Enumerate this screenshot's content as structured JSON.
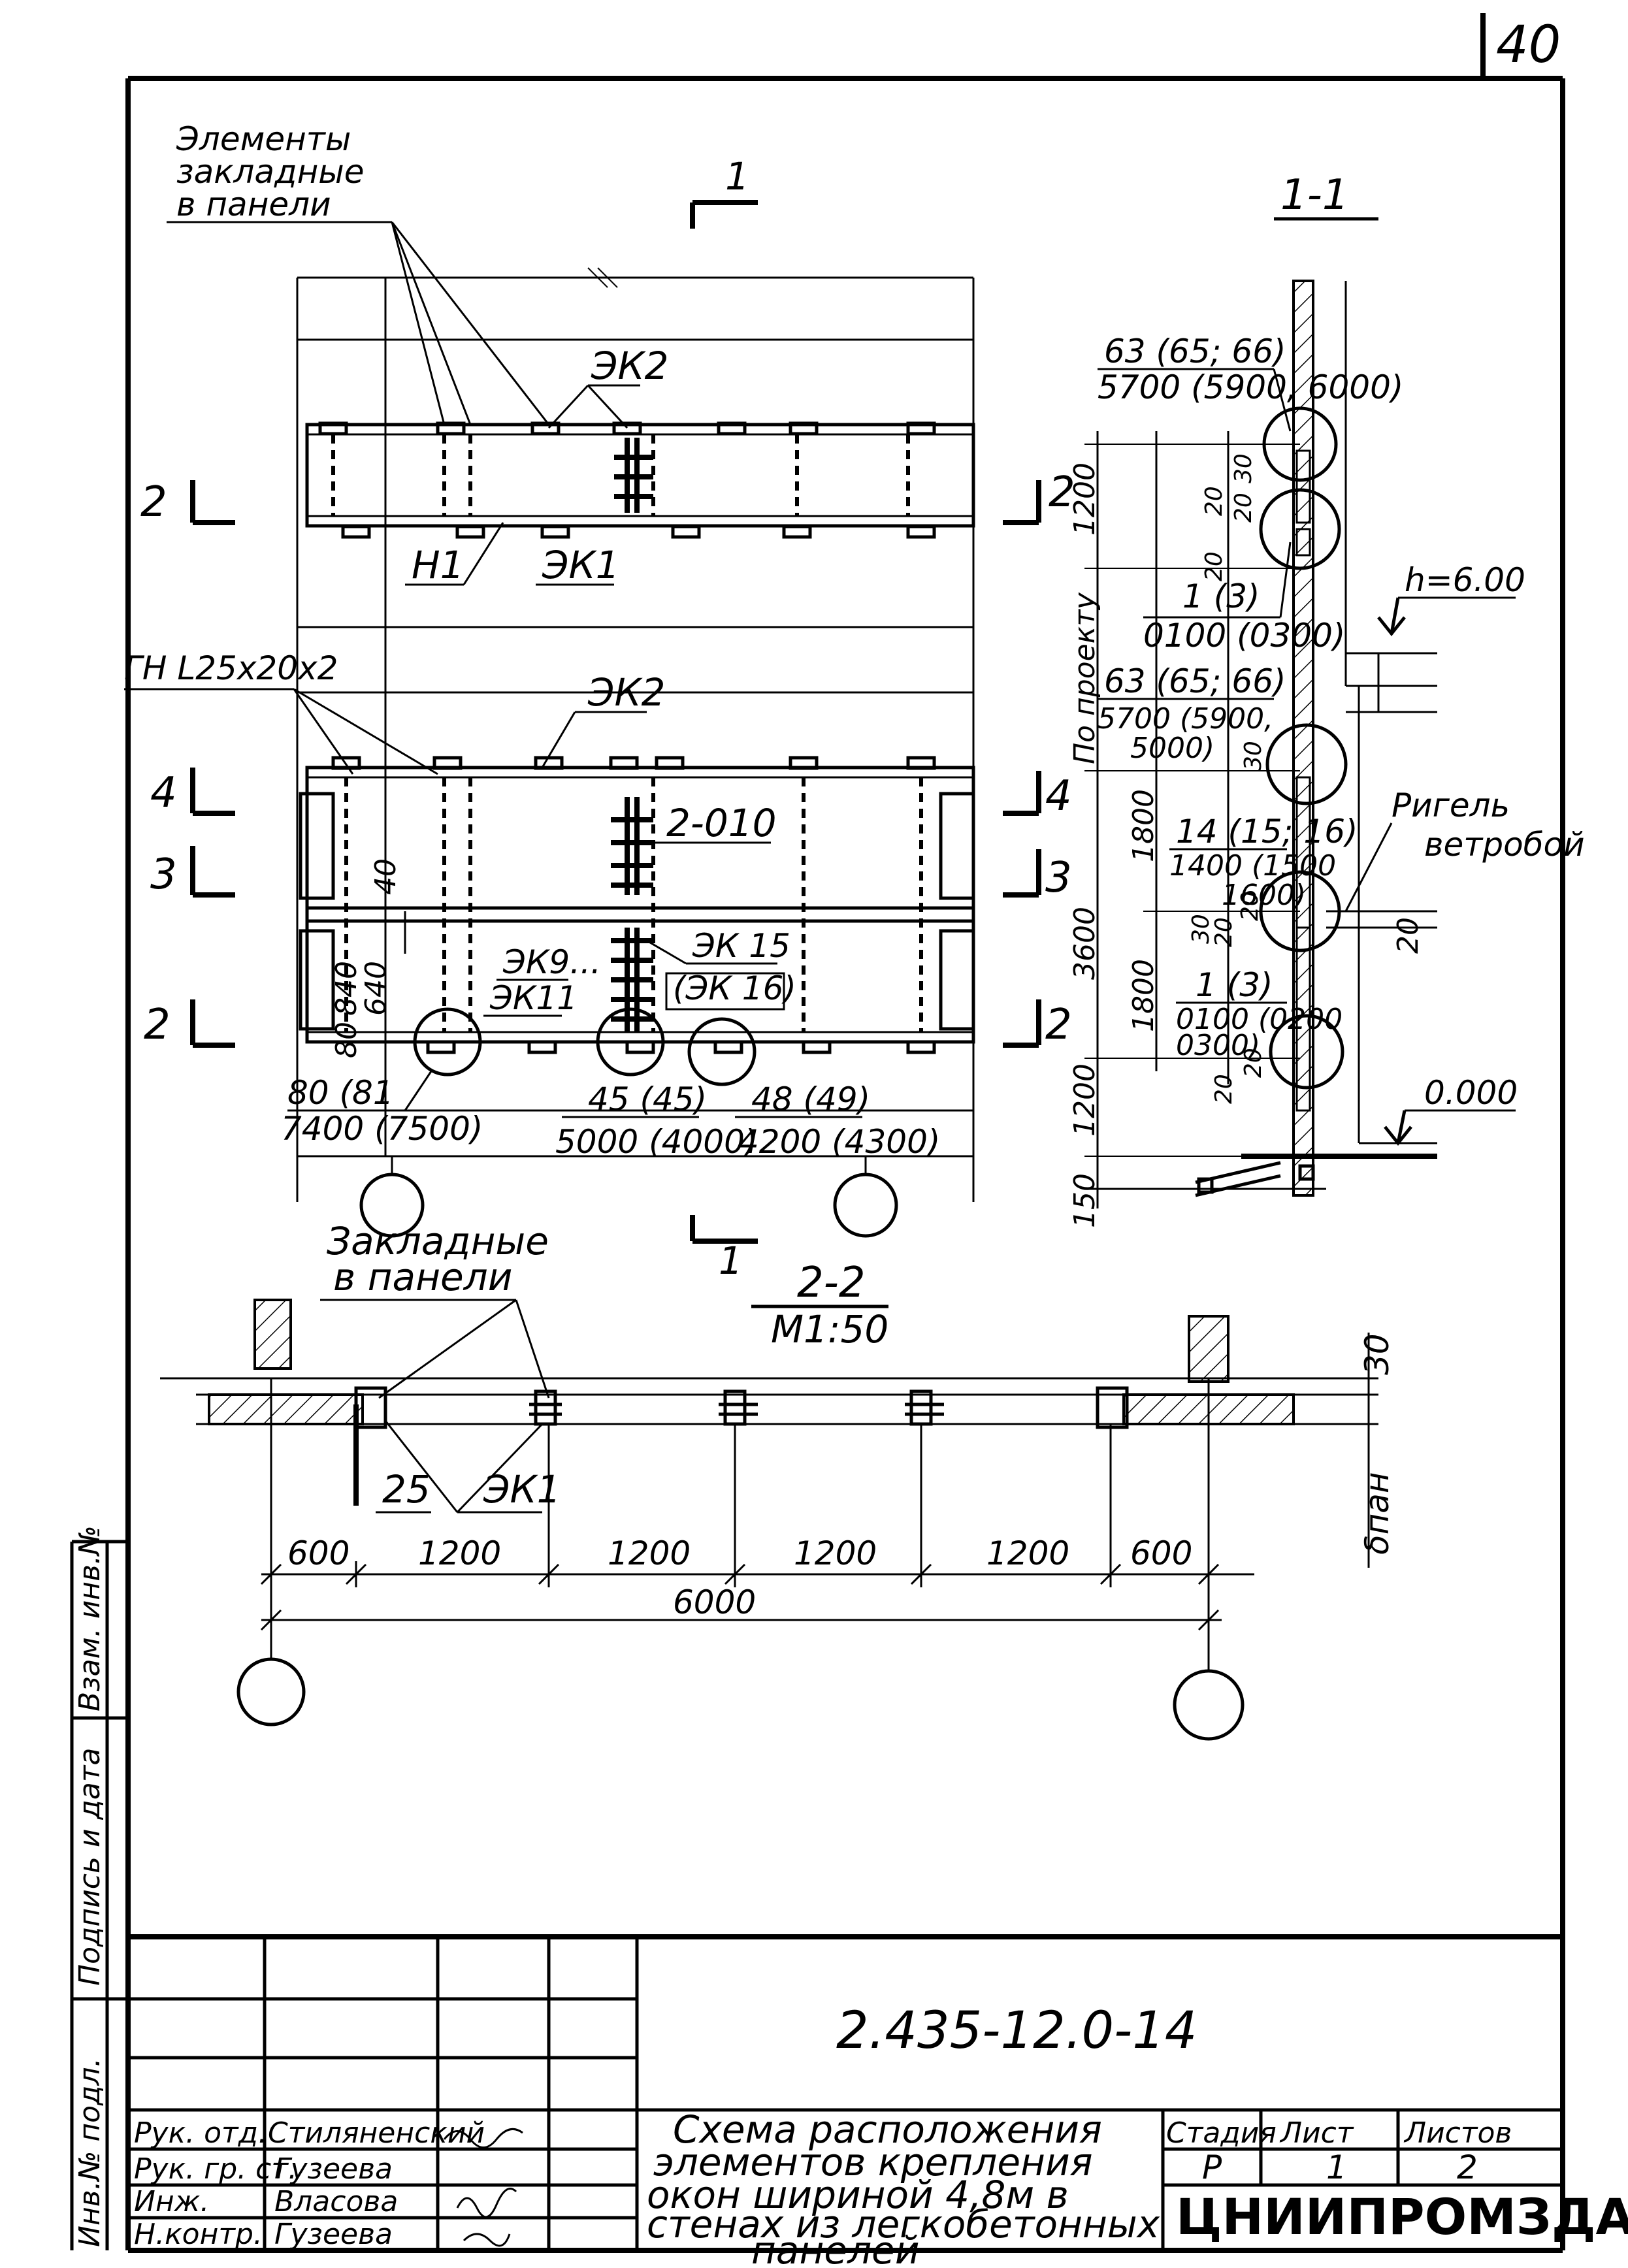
{
  "sheet_number": "40",
  "plan": {
    "callout_embedded": [
      "Элементы",
      "закладные",
      "в панели"
    ],
    "section_mark": "1",
    "labels": {
      "ek2_top": "ЭК2",
      "n1": "Н1",
      "ek1": "ЭК1",
      "gn": "ГН L25х20х2",
      "ek2_mid": "ЭК2",
      "pos_2_010": "2-010",
      "ek9": "ЭК9...",
      "ek11": "ЭК11",
      "ek15": "ЭК 15",
      "ek16": "(ЭК 16)"
    },
    "section_marks_left": [
      "2",
      "4",
      "3",
      "2"
    ],
    "section_marks_right": [
      "2",
      "4",
      "3",
      "2"
    ],
    "dims_small": {
      "d40": "40",
      "d840": "840",
      "d640": "640",
      "d80": "80"
    },
    "callouts": [
      {
        "top": "80 (81",
        "bottom": "7400 (7500)"
      },
      {
        "top": "45 (45)",
        "bottom": "5000 (4000)"
      },
      {
        "top": "48 (49)",
        "bottom": "4200 (4300)"
      }
    ]
  },
  "section_1_1": {
    "title": "1-1",
    "callouts": [
      {
        "top": "63 (65; 66)",
        "bottom": "5700 (5900, 6000)"
      },
      {
        "top": "1 (3)",
        "bottom": "0100 (0300)"
      },
      {
        "top": "63 (65; 66)",
        "bottom": "5700 (5900,",
        "bottom2": "5000)"
      },
      {
        "top": "14 (15; 16)",
        "bottom": "1400 (1500",
        "bottom2": "1600)"
      },
      {
        "top": "1 (3)",
        "bottom": "0100 (0200",
        "bottom2": "0300)"
      }
    ],
    "vertical_dims": [
      "1200",
      "По проекту",
      "3600",
      "1800",
      "1800",
      "1200",
      "150"
    ],
    "small_dims": [
      "30",
      "20",
      "20",
      "20",
      "30",
      "20",
      "20",
      "30",
      "20",
      "20"
    ],
    "level_top": "h=6.00",
    "level_zero": "0.000",
    "rigel": [
      "Ригель",
      "ветробой"
    ],
    "rigel_dim": "20"
  },
  "section_2_2": {
    "callout": [
      "Закладные",
      "в панели"
    ],
    "title": "2-2",
    "scale": "М1:50",
    "labels": {
      "d25": "25",
      "ek1": "ЭК1",
      "d30": "30",
      "delta": "δпан"
    },
    "dims": [
      "600",
      "1200",
      "1200",
      "1200",
      "1200",
      "600"
    ],
    "total": "6000"
  },
  "stamp": {
    "side_labels": [
      "Инв.№ подл.",
      "Подпись и дата",
      "Взам. инв.№"
    ],
    "doc_code": "2.435-12.0-14",
    "title_lines": [
      "Схема расположения",
      "элементов крепления",
      "окон шириной 4,8м в",
      "стенах из легкобетонных",
      "панелей"
    ],
    "roles": [
      "Рук. отд.",
      "Рук. гр. ст.",
      "Инж.",
      "Н.контр."
    ],
    "names": [
      "Стиляненский",
      "Гузеева",
      "Власова",
      "Гузеева"
    ],
    "col_stage": "Стадия",
    "col_sheet": "Лист",
    "col_sheets": "Листов",
    "stage": "Р",
    "sheet": "1",
    "sheets": "2",
    "org": "ЦНИИПРОМЗДАНИЙ"
  }
}
